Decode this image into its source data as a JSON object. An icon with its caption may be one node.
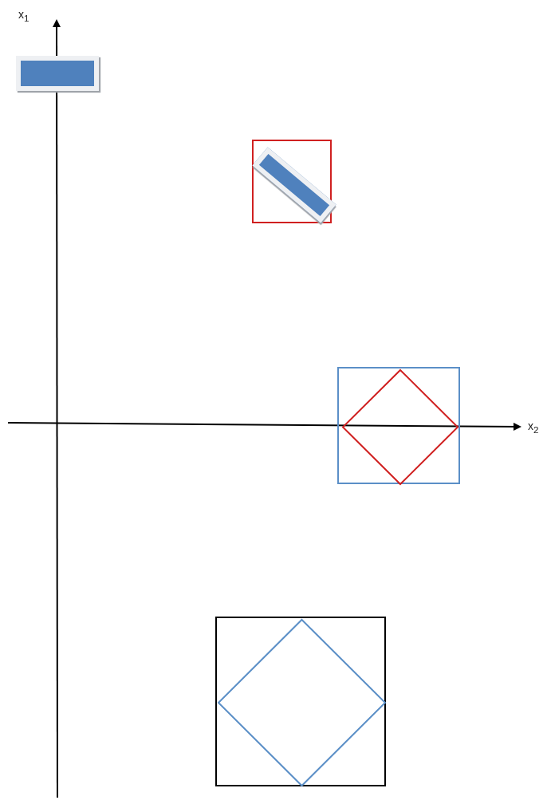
{
  "diagram": {
    "nodes": [
      {
        "text": [],
        "shape": "bar"
      },
      {
        "text": [],
        "shape": "box"
      },
      {
        "text": [],
        "shape": "bar",
        "in": 1
      },
      {
        "text": [],
        "shape": "box"
      },
      {
        "text": [],
        "shape": "diamond",
        "in": 3
      },
      {
        "text": [],
        "shape": "box"
      },
      {
        "text": [],
        "shape": "diamond",
        "in": 5
      }
    ],
    "labels": [
      "x$_{1}$",
      "x$_{2}$"
    ]
  }
}
